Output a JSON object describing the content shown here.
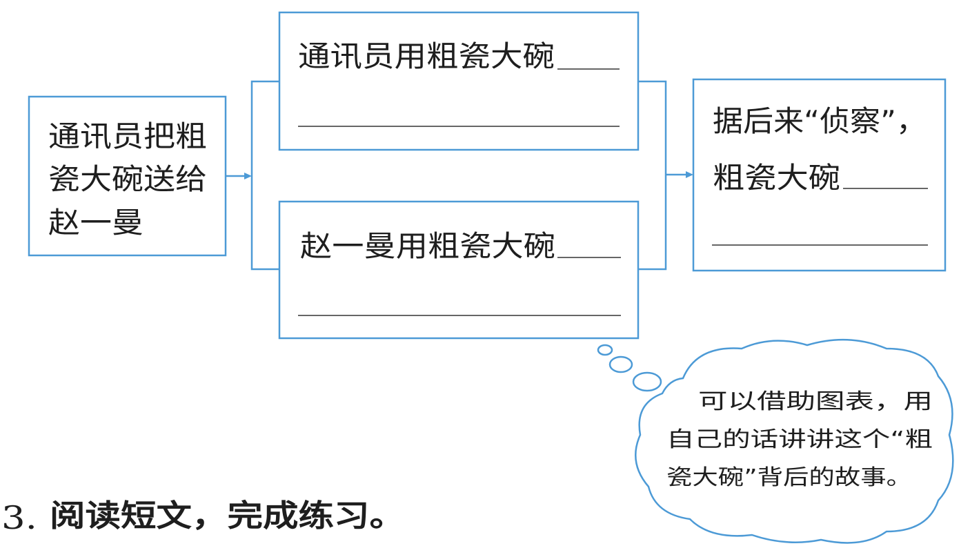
{
  "left_box": {
    "lines": [
      "通讯员把粗",
      "瓷大碗送给",
      "赵一曼"
    ]
  },
  "top_box": {
    "text": "通讯员用粗瓷大碗"
  },
  "bottom_box": {
    "text": "赵一曼用粗瓷大碗"
  },
  "right_box": {
    "lines": [
      "据后来“侦察”，",
      "粗瓷大碗"
    ]
  },
  "thought_bubble": {
    "lines": [
      "可以借助图表，用",
      "自己的话讲讲这个“粗",
      "瓷大碗”背后的故事。"
    ]
  },
  "exercise": {
    "number": "3.",
    "title": "阅读短文，完成练习。"
  },
  "colors": {
    "box_stroke": "#4c9ad6",
    "text": "#1e1e1e",
    "background": "#ffffff"
  }
}
